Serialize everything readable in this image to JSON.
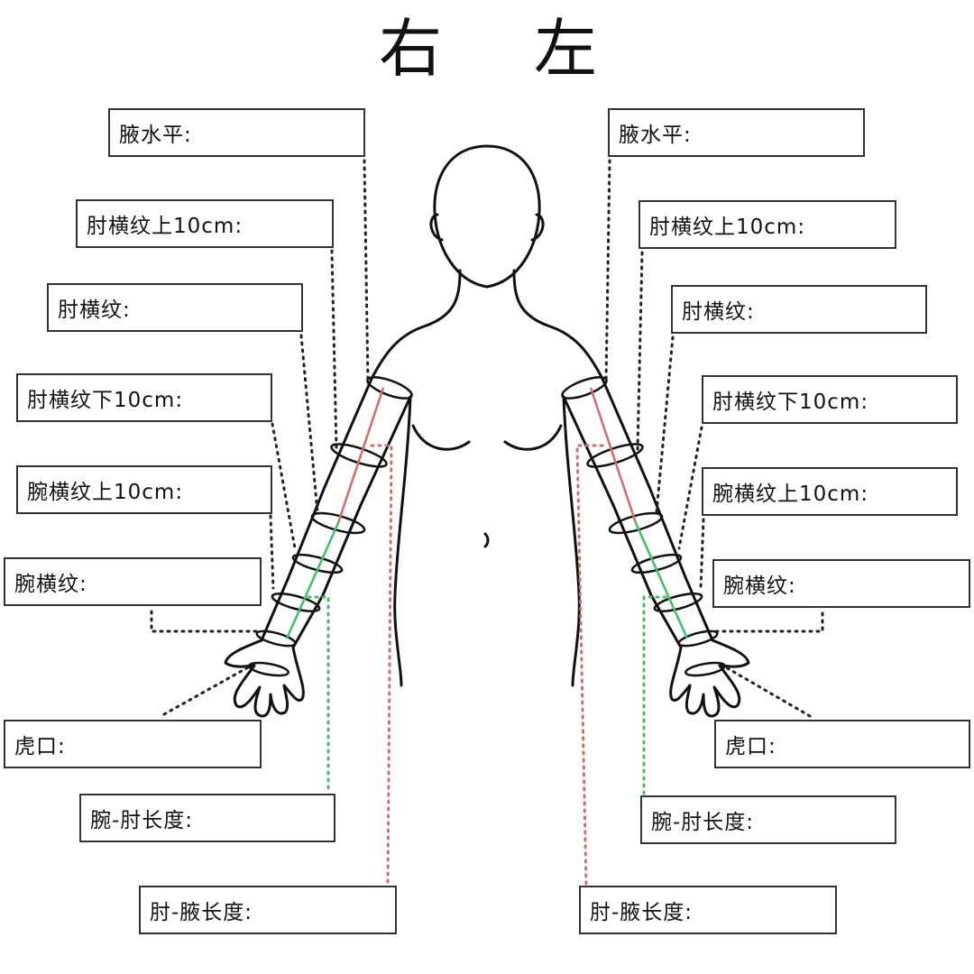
{
  "headers": {
    "right": "右",
    "left": "左"
  },
  "right_fields": {
    "axilla": "腋水平:",
    "elbow_plus10": "肘横纹上10cm:",
    "elbow": "肘横纹:",
    "elbow_minus10": "肘横纹下10cm:",
    "wrist_plus10": "腕横纹上10cm:",
    "wrist": "腕横纹:",
    "web": "虎口:",
    "wrist_elbow_len": "腕-肘长度:",
    "elbow_axilla_len": "肘-腋长度:"
  },
  "left_fields": {
    "axilla": "腋水平:",
    "elbow_plus10": "肘横纹上10cm:",
    "elbow": "肘横纹:",
    "elbow_minus10": "肘横纹下10cm:",
    "wrist_plus10": "腕横纹上10cm:",
    "wrist": "腕横纹:",
    "web": "虎口:",
    "wrist_elbow_len": "腕-肘长度:",
    "elbow_axilla_len": "肘-腋长度:"
  },
  "colors": {
    "outline": "#111111",
    "leader_black": "#222222",
    "upper_arm_line": "#d66a6a",
    "forearm_line": "#3fbf6a",
    "field_border": "#333333"
  }
}
